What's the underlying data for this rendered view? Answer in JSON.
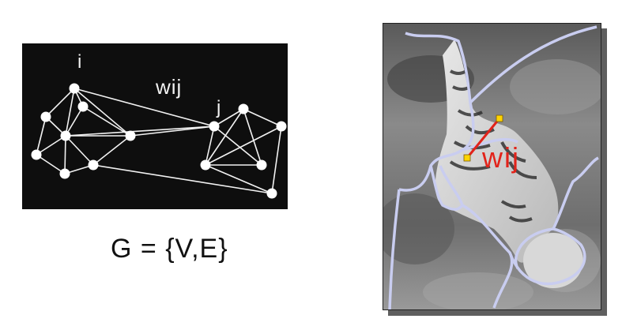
{
  "graph_diagram": {
    "vertex_i_label": "i",
    "vertex_j_label": "j",
    "edge_weight_label": "wij",
    "background": "#0e0e0e",
    "foreground": "#f2f2f2"
  },
  "caption": "G = {V,E}",
  "image_panel": {
    "edge_weight_label": "wij",
    "segmentation_color": "#c9cdf0",
    "highlight_color": "#e2231a",
    "endpoint_color": "#ffd400"
  }
}
